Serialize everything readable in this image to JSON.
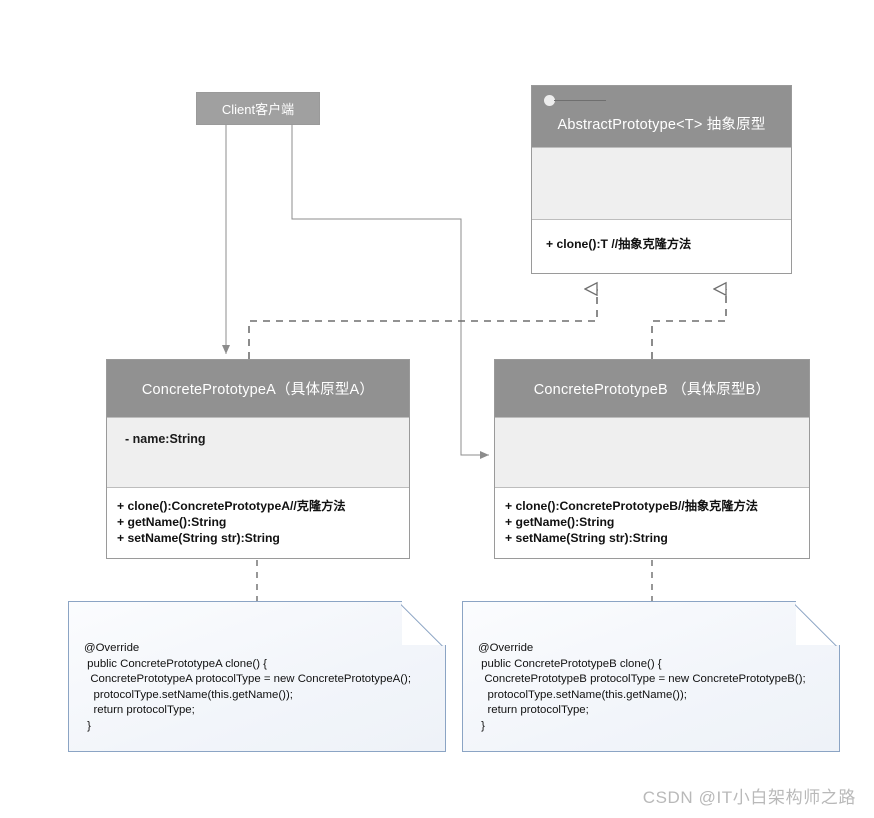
{
  "diagram": {
    "title": "Prototype Pattern UML Class Diagram",
    "colors": {
      "header_fill": "#919191",
      "attrs_fill": "#efefef",
      "body_fill": "#ffffff",
      "border": "#9a9a9a",
      "note_fill": "#f2f5fa",
      "note_border": "#8ba4c4",
      "edge": "#8c8c8c",
      "watermark": "#b9b9b9"
    }
  },
  "client": {
    "label": "Client客户端"
  },
  "abstract_prototype": {
    "name": "AbstractPrototype<T> 抽象原型",
    "attributes": [],
    "operations": [
      "+ clone():T //抽象克隆方法"
    ]
  },
  "concrete_a": {
    "name": "ConcretePrototypeA（具体原型A）",
    "attributes": [
      "- name:String"
    ],
    "operations": [
      "+ clone():ConcretePrototypeA//克隆方法",
      "+ getName():String",
      "+ setName(String str):String"
    ]
  },
  "concrete_b": {
    "name": "ConcretePrototypeB （具体原型B）",
    "attributes": [],
    "operations": [
      "+ clone():ConcretePrototypeB//抽象克隆方法",
      "+ getName():String",
      "+ setName(String str):String"
    ]
  },
  "note_a": {
    "code": "@Override\n public ConcretePrototypeA clone() {\n  ConcretePrototypeA protocolType = new ConcretePrototypeA();\n   protocolType.setName(this.getName());\n   return protocolType;\n }"
  },
  "note_b": {
    "code": "@Override\n public ConcretePrototypeB clone() {\n  ConcretePrototypeB protocolType = new ConcretePrototypeB();\n   protocolType.setName(this.getName());\n   return protocolType;\n }"
  },
  "relations": [
    {
      "kind": "dependency",
      "from": "client",
      "to": "concrete_a",
      "style": "solid-open-arrow"
    },
    {
      "kind": "dependency",
      "from": "client",
      "to": "concrete_b",
      "style": "solid-open-arrow"
    },
    {
      "kind": "realization",
      "from": "concrete_a",
      "to": "abstract_prototype",
      "style": "dashed-hollow-triangle"
    },
    {
      "kind": "realization",
      "from": "concrete_b",
      "to": "abstract_prototype",
      "style": "dashed-hollow-triangle"
    },
    {
      "kind": "note-anchor",
      "from": "concrete_a",
      "to": "note_a",
      "style": "dashed"
    },
    {
      "kind": "note-anchor",
      "from": "concrete_b",
      "to": "note_b",
      "style": "dashed"
    }
  ],
  "watermark": {
    "text": "CSDN @IT小白架构师之路"
  }
}
